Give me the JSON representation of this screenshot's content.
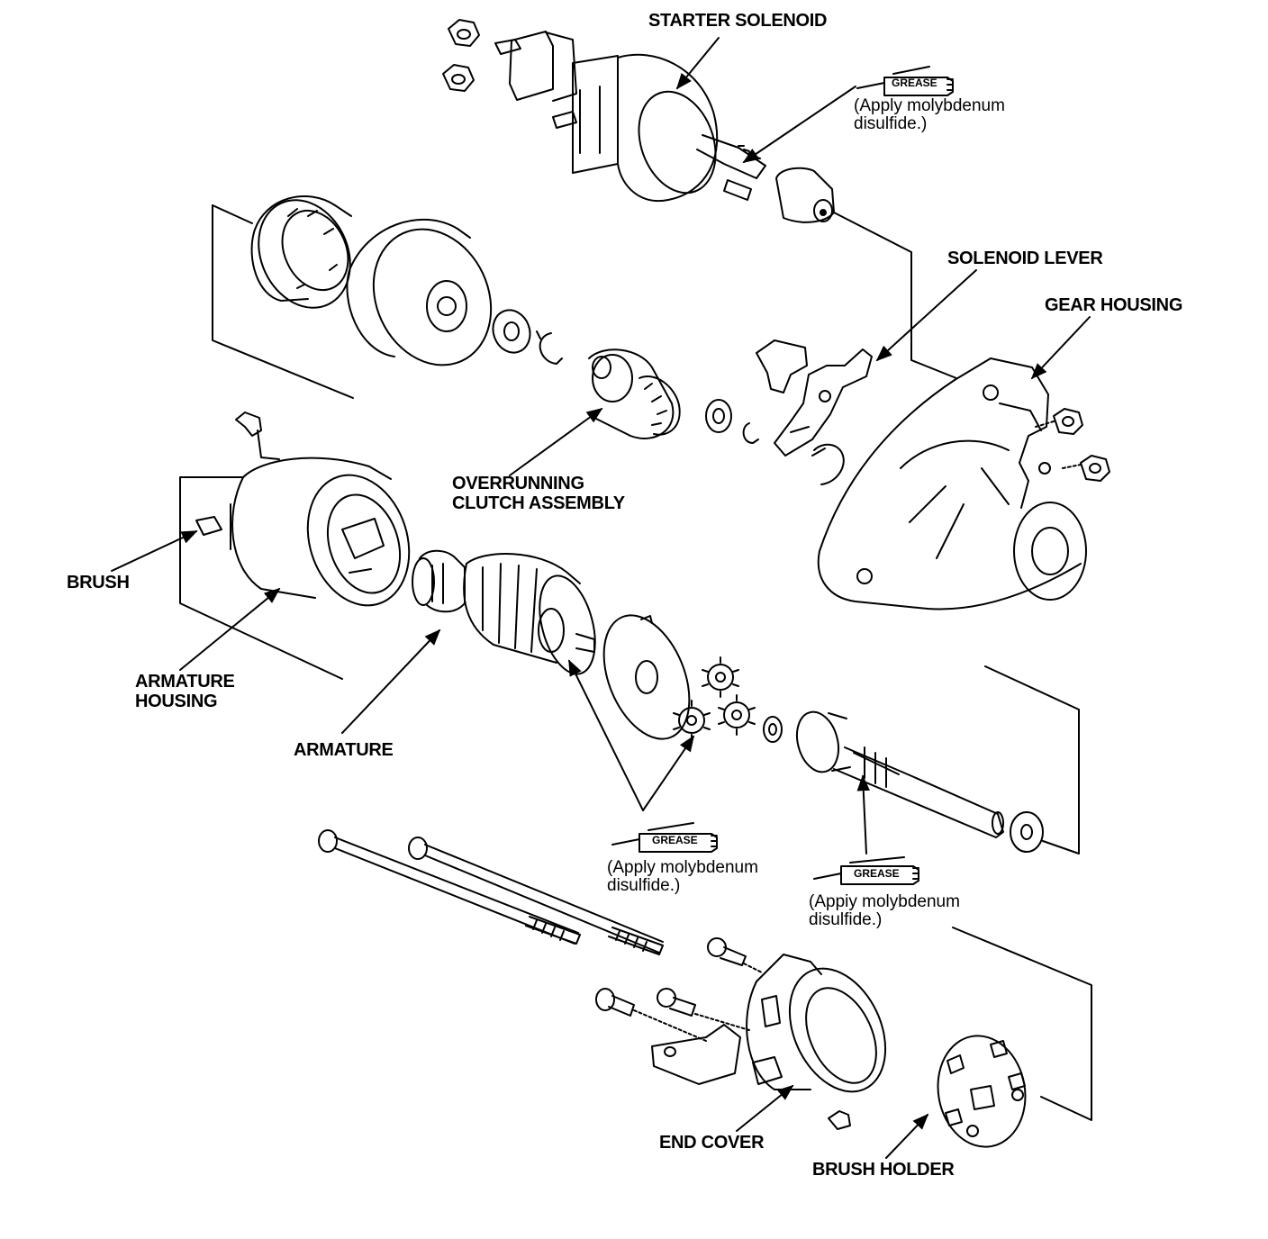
{
  "labels": {
    "starter_solenoid": "STARTER SOLENOID",
    "solenoid_lever": "SOLENOID LEVER",
    "gear_housing": "GEAR HOUSING",
    "overrunning_clutch_1": "OVERRUNNING",
    "overrunning_clutch_2": "CLUTCH ASSEMBLY",
    "brush": "BRUSH",
    "armature_housing_1": "ARMATURE",
    "armature_housing_2": "HOUSING",
    "armature": "ARMATURE",
    "end_cover": "END COVER",
    "brush_holder": "BRUSH HOLDER"
  },
  "grease_notes": [
    {
      "badge": "GREASE",
      "line1": "(Apply molybdenum",
      "line2": "disulfide.)"
    },
    {
      "badge": "GREASE",
      "line1": "(Apply molybdenum",
      "line2": "disulfide.)"
    },
    {
      "badge": "GREASE",
      "line1": "(Appiy molybdenum",
      "line2": "disulfide.)"
    }
  ],
  "colors": {
    "ink": "#000000",
    "paper": "#ffffff"
  },
  "icons": [
    "grease-tube-icon",
    "grease-tube-icon",
    "grease-tube-icon"
  ]
}
